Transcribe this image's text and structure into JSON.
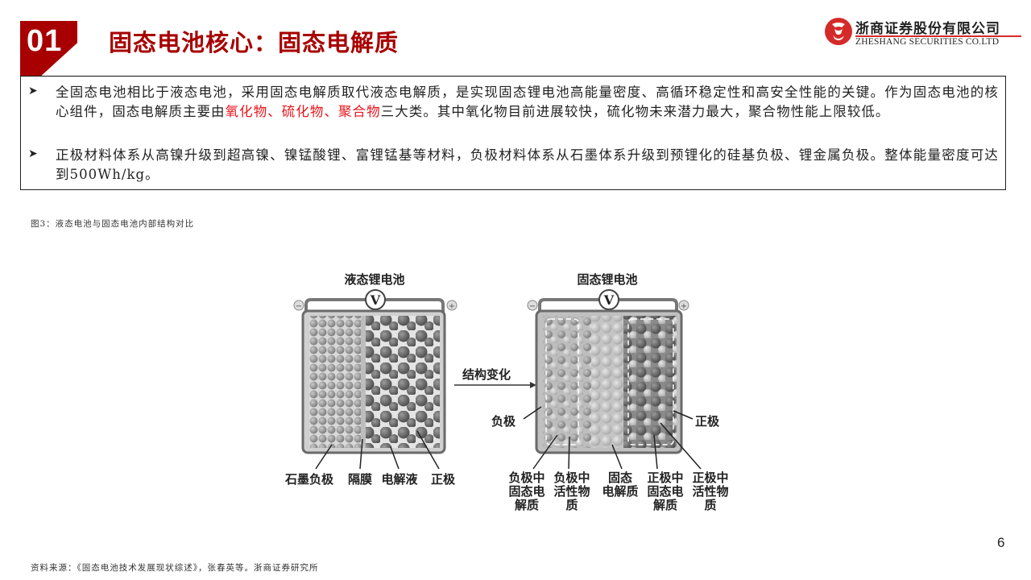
{
  "header": {
    "section_number": "01",
    "title": "固态电池核心：固态电解质",
    "logo": {
      "name_cn": "浙商证券股份有限公司",
      "name_en": "ZHESHANG SECURITIES CO.LTD",
      "brand_color": "#d42a2a"
    },
    "accent_color": "#a80000"
  },
  "content": {
    "bullets": [
      {
        "icon": "arrowhead-bullet-icon",
        "text_before": "全固态电池相比于液态电池，采用固态电解质取代液态电解质，是实现固态锂电池高能量密度、高循环稳定性和高安全性能的关键。作为固态电池的核心组件，固态电解质主要由",
        "highlight": "氧化物、硫化物、聚合物",
        "text_after": "三大类。其中氧化物目前进展较快，硫化物未来潜力最大，聚合物性能上限较低。",
        "highlight_color": "#e8141c"
      },
      {
        "icon": "arrowhead-bullet-icon",
        "text": "正极材料体系从高镍升级到超高镍、镍锰酸锂、富锂锰基等材料，负极材料体系从石墨体系升级到预锂化的硅基负极、锂金属负极。整体能量密度可达到500Wh/kg。"
      }
    ]
  },
  "figure": {
    "caption": "图3：液态电池与固态电池内部结构对比",
    "liquid_battery": {
      "title": "液态锂电池",
      "voltmeter": "V",
      "neg_terminal": "−",
      "pos_terminal": "+",
      "labels": [
        "石墨负极",
        "隔膜",
        "电解液",
        "正极"
      ]
    },
    "transition_label": "结构变化",
    "solid_battery": {
      "title": "固态锂电池",
      "voltmeter": "V",
      "neg_terminal": "−",
      "pos_terminal": "+",
      "side_labels": {
        "left": "负极",
        "right": "正极"
      },
      "bottom_labels": [
        [
          "负极中",
          "固态电",
          "解质"
        ],
        [
          "负极中",
          "活性物",
          "质"
        ],
        [
          "固态",
          "电解质"
        ],
        [
          "正极中",
          "固态电",
          "解质"
        ],
        [
          "正极中",
          "活性物",
          "质"
        ]
      ]
    }
  },
  "footer": {
    "source": "资料来源：《固态电池技术发展现状综述》，张春英等。浙商证券研究所",
    "page_number": "6"
  }
}
